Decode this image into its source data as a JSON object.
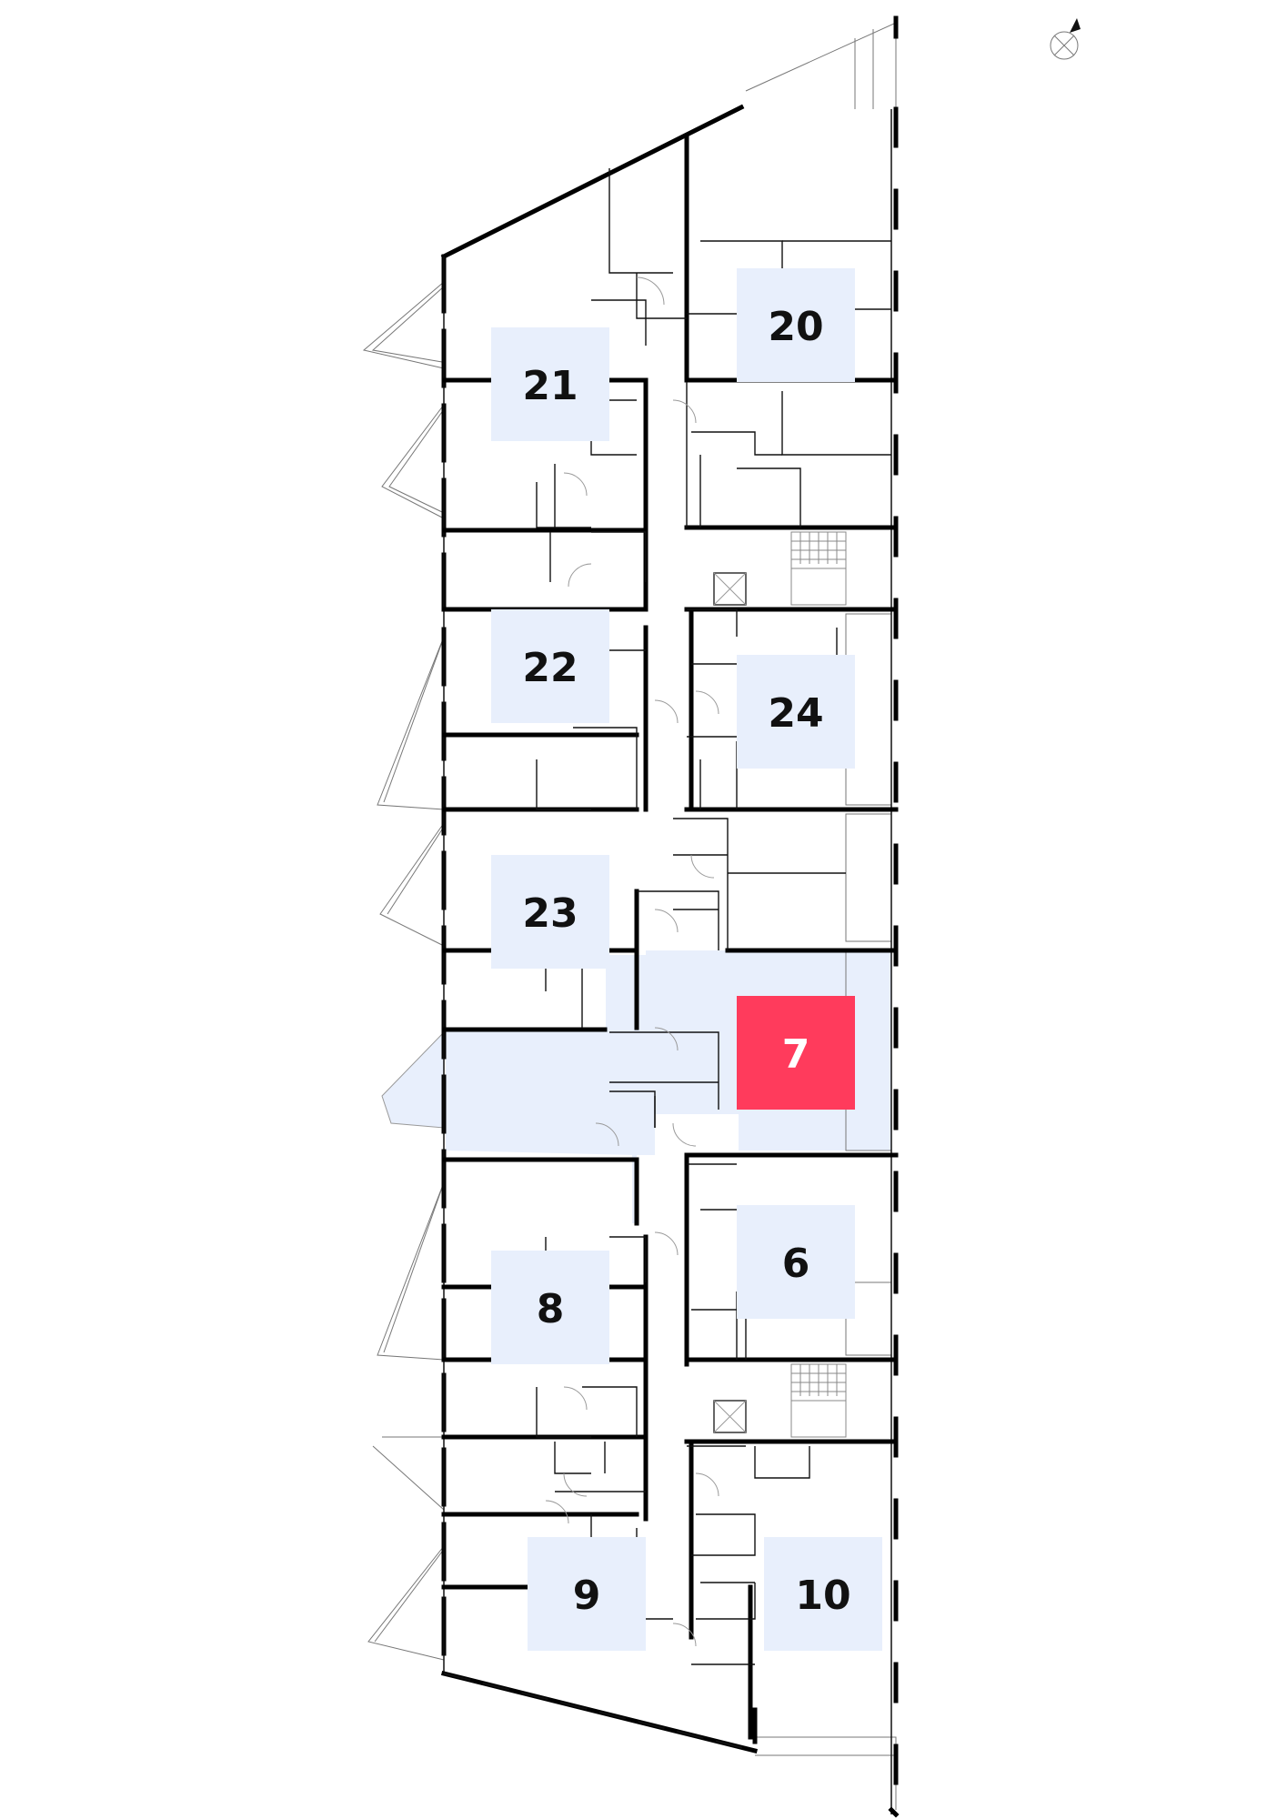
{
  "plan": {
    "title": "",
    "selected_apartment": "7",
    "colors": {
      "label_bg": "#e8effc",
      "selected_bg": "#ff3b5c",
      "selected_area": "#e8effc",
      "label_text": "#111111",
      "selected_text": "#ffffff"
    },
    "apartments": [
      {
        "id": "20",
        "label": "20"
      },
      {
        "id": "21",
        "label": "21"
      },
      {
        "id": "22",
        "label": "22"
      },
      {
        "id": "24",
        "label": "24"
      },
      {
        "id": "23",
        "label": "23"
      },
      {
        "id": "7",
        "label": "7"
      },
      {
        "id": "6",
        "label": "6"
      },
      {
        "id": "8",
        "label": "8"
      },
      {
        "id": "9",
        "label": "9"
      },
      {
        "id": "10",
        "label": "10"
      }
    ],
    "compass_icon": "north-arrow-icon"
  }
}
